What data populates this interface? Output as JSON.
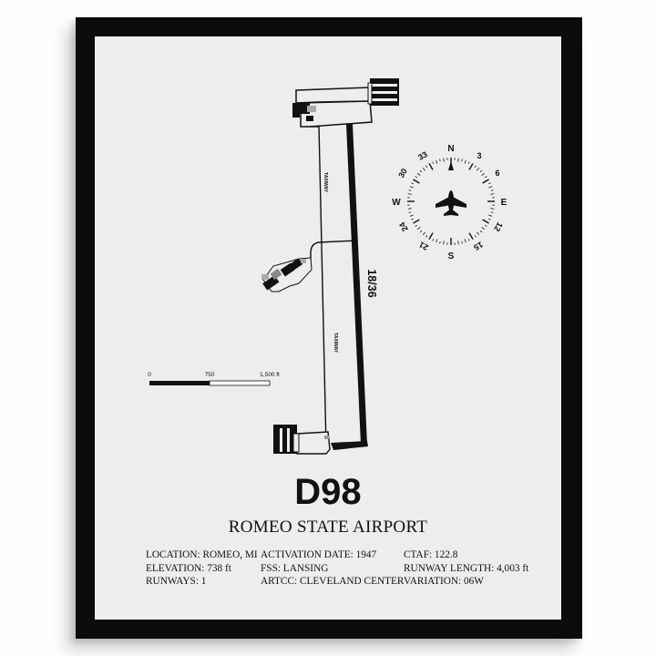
{
  "poster": {
    "code": "D98",
    "airport_name": "ROMEO STATE AIRPORT",
    "info": {
      "col1": [
        "LOCATION: ROMEO, MI",
        "ELEVATION: 738 ft",
        "RUNWAYS: 1"
      ],
      "col2": [
        "ACTIVATION DATE: 1947",
        "FSS: LANSING",
        "ARTCC: CLEVELAND CENTER"
      ],
      "col3": [
        "CTAF: 122.8",
        "RUNWAY LENGTH: 4,003 ft",
        "VARIATION: 06W"
      ]
    }
  },
  "diagram": {
    "runway_label": "18/36",
    "taxiway_label_1": "TAXIWAY",
    "taxiway_label_2": "TAXIWAY",
    "scale": {
      "label_0": "0",
      "label_mid": "750",
      "label_end": "1,500 ft"
    }
  },
  "compass": {
    "north": "N",
    "east": "E",
    "south": "S",
    "west": "W",
    "n3": "3",
    "n6": "6",
    "n12": "12",
    "n15": "15",
    "n21": "21",
    "n24": "24",
    "n30": "30",
    "n33": "33"
  },
  "colors": {
    "frame": "#0b0b0b",
    "mat": "#eeedeb",
    "ink": "#111111"
  }
}
